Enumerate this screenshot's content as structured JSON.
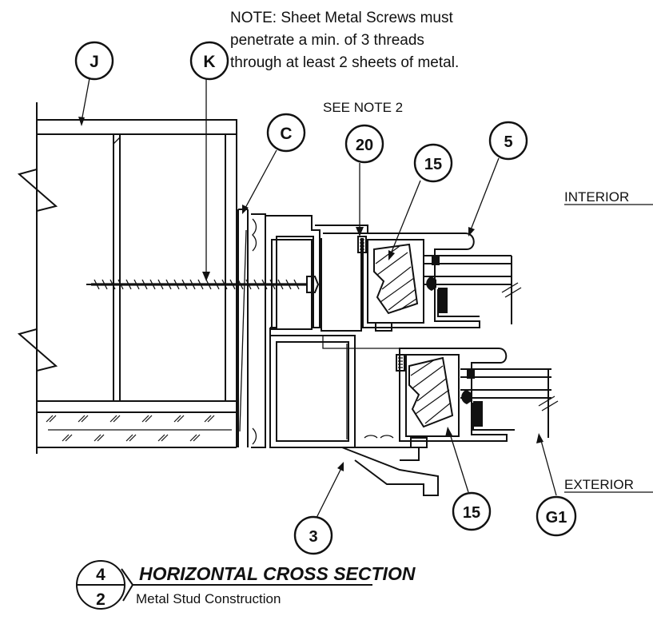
{
  "note": {
    "line1": "NOTE: Sheet Metal Screws must",
    "line2": "penetrate a min. of  3 threads",
    "line3": "through at least 2 sheets of metal."
  },
  "see_note": "SEE NOTE 2",
  "callouts": {
    "J": "J",
    "K": "K",
    "C": "C",
    "20": "20",
    "15_upper": "15",
    "5": "5",
    "3": "3",
    "15_lower": "15",
    "G1": "G1"
  },
  "side_labels": {
    "interior": "INTERIOR",
    "exterior": "EXTERIOR"
  },
  "title_block": {
    "detail_number": "4",
    "sheet_number": "2",
    "title": "HORIZONTAL CROSS SECTION",
    "subtitle": "Metal Stud Construction"
  }
}
